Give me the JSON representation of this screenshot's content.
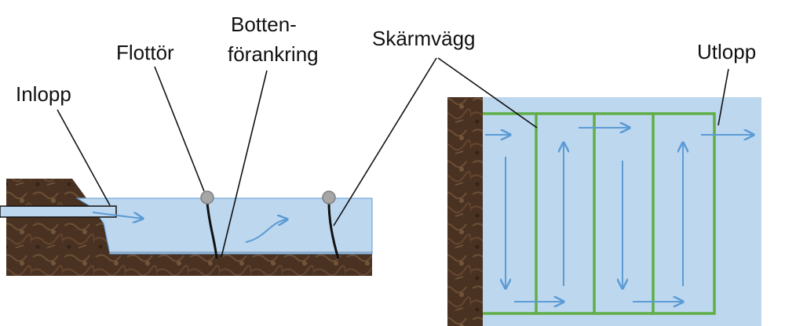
{
  "labels": {
    "inlet": "Inlopp",
    "float": "Flottör",
    "bottom_anchor_line1": "Botten-",
    "bottom_anchor_line2": "förankring",
    "baffle_wall": "Skärmvägg",
    "outlet": "Utlopp"
  },
  "colors": {
    "water": "#bdd7ee",
    "soil": "#4a3222",
    "soil_light": "#7a5a3e",
    "baffle": "#5fae46",
    "flow_arrow": "#5b9bd5",
    "float_ball": "#a6a6a6",
    "text": "#111111"
  },
  "icons": {
    "float": "grey-ball",
    "flow": "blue-arrow"
  }
}
